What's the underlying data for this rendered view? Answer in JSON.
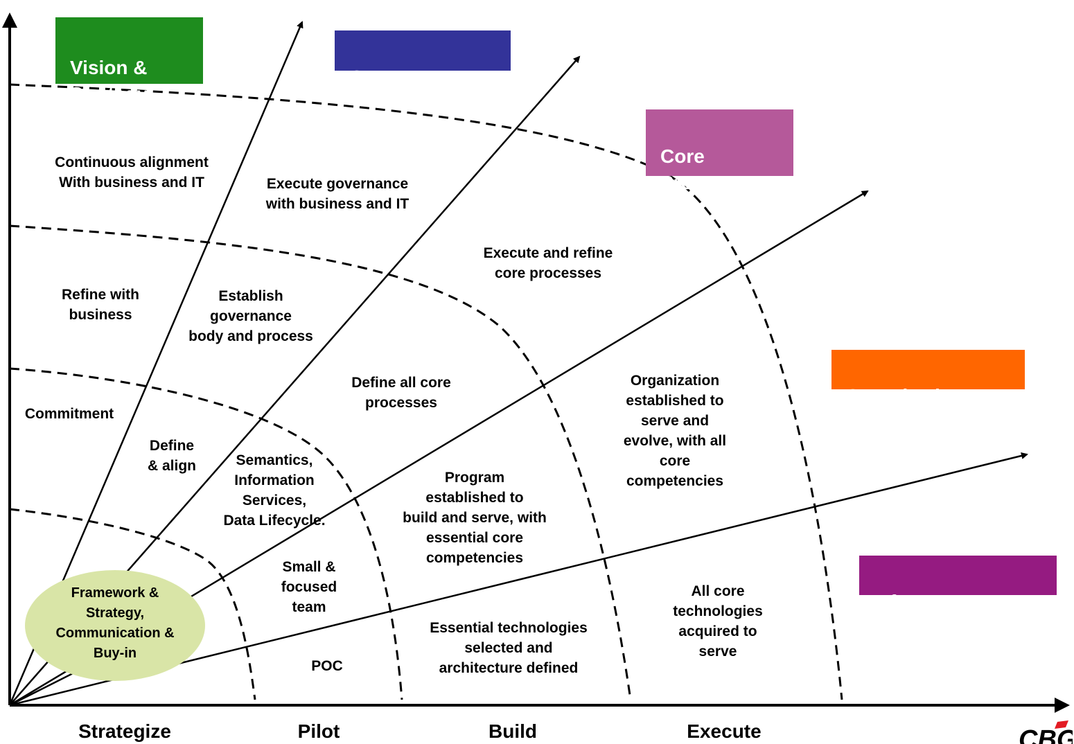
{
  "dimensions": [
    {
      "id": "vision",
      "label": "Vision &\nStrategy",
      "color": "#1E8C1E"
    },
    {
      "id": "governance",
      "label": "Governance",
      "color": "#333399"
    },
    {
      "id": "core",
      "label": "Core\nProcesses",
      "color": "#B5599A"
    },
    {
      "id": "organization",
      "label": "Organization",
      "color": "#FF6600"
    },
    {
      "id": "infrastructure",
      "label": "Infrastructure",
      "color": "#951B81"
    }
  ],
  "phases": [
    "Strategize",
    "Pilot",
    "Build",
    "Execute"
  ],
  "center": {
    "label": "Framework &\nStrategy,\nCommunication &\nBuy-in",
    "color": "#D9E5A7"
  },
  "cells": {
    "vision_execute": "Continuous alignment\nWith business and IT",
    "vision_build": "Refine with\nbusiness",
    "vision_pilot": "Commitment",
    "governance_execute": "Execute governance\nwith business and IT",
    "governance_build": "Establish\ngovernance\nbody and process",
    "governance_pilot": "Define\n& align",
    "core_execute": "Execute and refine\ncore processes",
    "core_build": "Define all core\nprocesses",
    "core_pilot": "Semantics,\nInformation\nServices,\nData Lifecycle.",
    "org_execute": "Organization\nestablished to\nserve and\nevolve, with all\ncore\ncompetencies",
    "org_build": "Program\nestablished to\nbuild and serve, with\nessential core\ncompetencies",
    "org_pilot": "Small &\nfocused\nteam",
    "infra_execute": "All core\ntechnologies\nacquired to\nserve",
    "infra_build": "Essential technologies\nselected and\narchitecture defined",
    "infra_pilot": "POC"
  },
  "logo": {
    "text": "CBG"
  }
}
